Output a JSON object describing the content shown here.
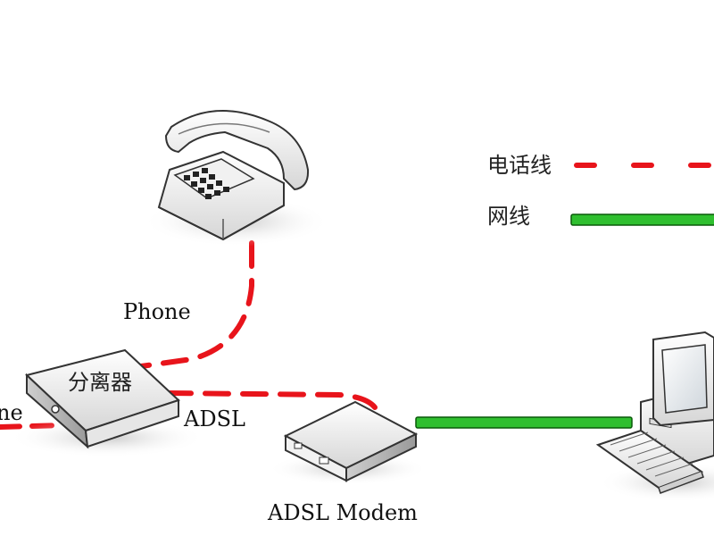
{
  "legend": {
    "phone_line_label": "电话线",
    "network_cable_label": "网线",
    "phone_line_color": "#e8141b",
    "network_cable_color": "#2fbf2f"
  },
  "devices": {
    "splitter_label": "分离器",
    "modem_caption": "ADSL Modem"
  },
  "connections": {
    "phone_label": "Phone",
    "adsl_label": "ADSL",
    "line_in_label": "ne"
  }
}
